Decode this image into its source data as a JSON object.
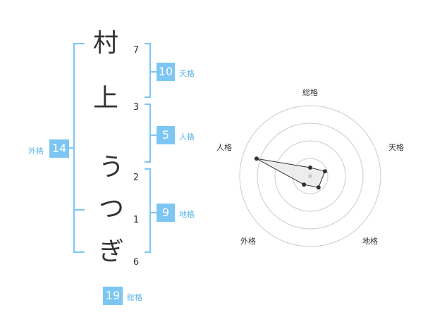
{
  "name": {
    "chars": [
      {
        "char": "村",
        "strokes": "7"
      },
      {
        "char": "上",
        "strokes": "3"
      },
      {
        "char": "う",
        "strokes": "2"
      },
      {
        "char": "つ",
        "strokes": "1"
      },
      {
        "char": "ぎ",
        "strokes": "6"
      }
    ]
  },
  "kakusu": {
    "tenkaku": {
      "value": "10",
      "label": "天格"
    },
    "jinkaku": {
      "value": "5",
      "label": "人格"
    },
    "chikaku": {
      "value": "9",
      "label": "地格"
    },
    "gaikaku": {
      "value": "14",
      "label": "外格"
    },
    "soukaku": {
      "value": "19",
      "label": "総格"
    }
  },
  "chart_data": {
    "type": "radar",
    "axes": [
      "総格",
      "天格",
      "地格",
      "外格",
      "人格"
    ],
    "values": [
      0.12,
      0.22,
      0.2,
      0.15,
      0.8
    ],
    "rmax": 1,
    "rings": 4,
    "colors": {
      "bracket": "#7dc6f3",
      "box": "#7dc6f3",
      "fill": "#e8e8e8",
      "line": "#333333",
      "grid": "#cccccc"
    }
  },
  "colors": {
    "accent": "#7dc6f3",
    "label": "#5bb4ea"
  }
}
